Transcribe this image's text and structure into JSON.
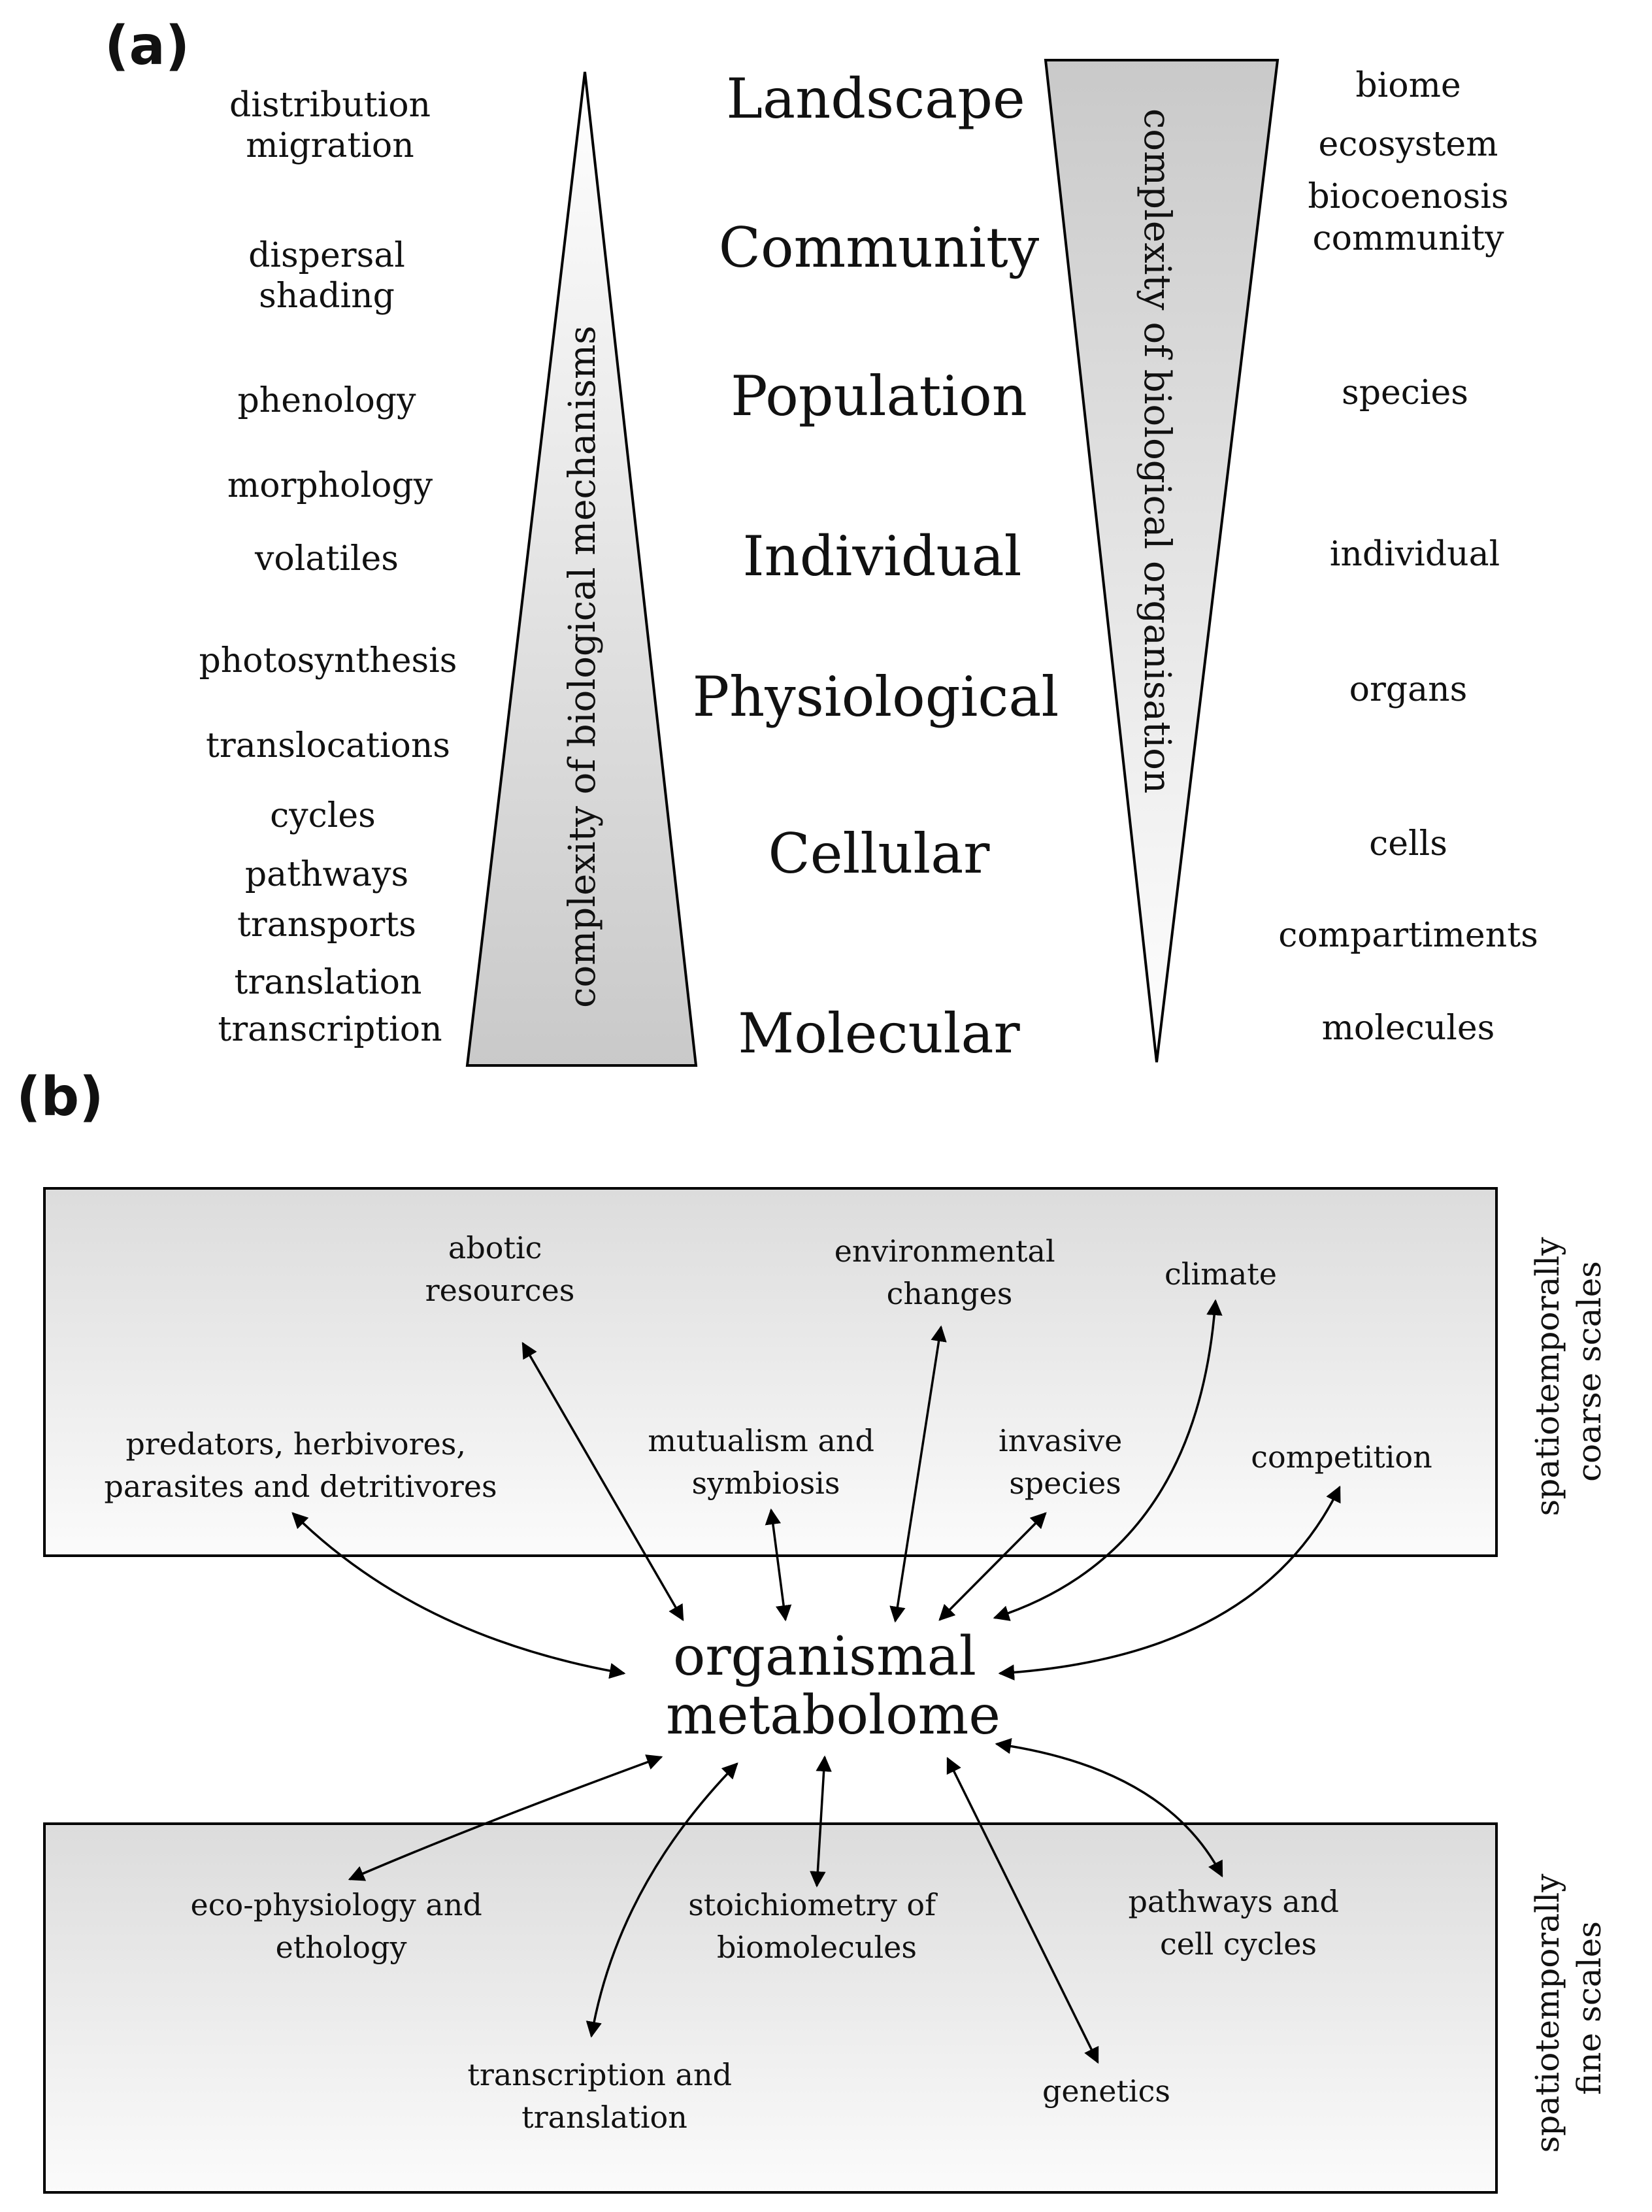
{
  "panel_a": {
    "label": "(a)",
    "levels": [
      "Landscape",
      "Community",
      "Population",
      "Individual",
      "Physiological",
      "Cellular",
      "Molecular"
    ],
    "mechanisms": [
      "distribution",
      "migration",
      "dispersal",
      "shading",
      "phenology",
      "morphology",
      "volatiles",
      "photosynthesis",
      "translocations",
      "cycles",
      "pathways",
      "transports",
      "translation",
      "transcription"
    ],
    "organisation": [
      "biome",
      "ecosystem",
      "biocoenosis",
      "community",
      "species",
      "individual",
      "organs",
      "cells",
      "compartiments",
      "molecules"
    ],
    "mechanisms_axis": "complexity of biological mechanisms",
    "organisation_axis": "complexity of biological organisation"
  },
  "panel_b": {
    "label": "(b)",
    "center": [
      "organismal",
      "metabolome"
    ],
    "coarse_label": [
      "spatiotemporally",
      "coarse scales"
    ],
    "fine_label": [
      "spatiotemporally",
      "fine scales"
    ],
    "coarse_nodes": [
      [
        "abotic",
        "resources"
      ],
      [
        "environmental",
        "changes"
      ],
      [
        "climate"
      ],
      [
        "predators, herbivores,",
        "parasites and detritivores"
      ],
      [
        "mutualism and",
        "symbiosis"
      ],
      [
        "invasive",
        "species"
      ],
      [
        "competition"
      ]
    ],
    "fine_nodes": [
      [
        "eco-physiology and",
        "ethology"
      ],
      [
        "stoichiometry of",
        "biomolecules"
      ],
      [
        "pathways and",
        "cell cycles"
      ],
      [
        "transcription and",
        "translation"
      ],
      [
        "genetics"
      ]
    ]
  }
}
